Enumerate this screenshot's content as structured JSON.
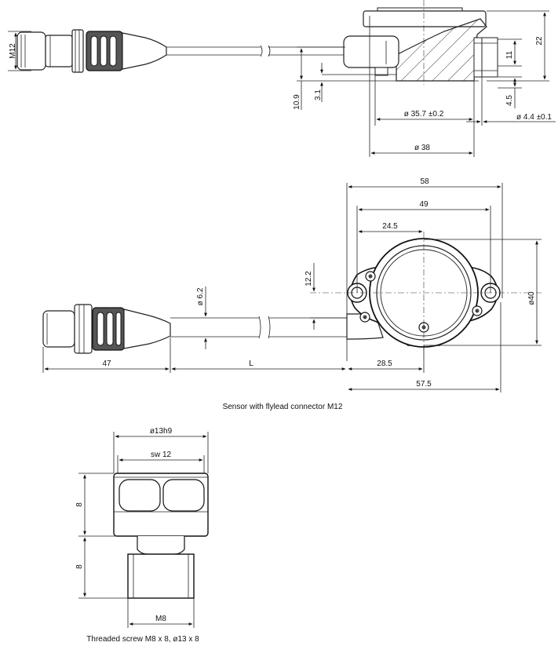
{
  "diagram": {
    "captions": {
      "m12": "Sensor with flylead connector M12",
      "m8": "Threaded screw M8 x 8, ø13 x 8"
    },
    "side_view": {
      "m12_label": "M12",
      "h22": "22",
      "h11": "11",
      "h10_9": "10.9",
      "h3_1": "3.1",
      "h4_5": "4.5",
      "d35_7": "ø 35.7  ±0.2",
      "d4_4": "ø 4.4  ±0.1",
      "d38": "ø 38"
    },
    "top_view": {
      "w58": "58",
      "w49": "49",
      "w24_5": "24.5",
      "h12_2": "12.2",
      "d6_2": "ø 6.2",
      "d40": "ø40",
      "l47": "47",
      "lL": "L",
      "l28_5": "28.5",
      "l57_5": "57.5"
    },
    "m8_view": {
      "d13h9": "ø13h9",
      "sw12": "sw 12",
      "h8_top": "8",
      "h8_bottom": "8",
      "m8": "M8"
    }
  }
}
